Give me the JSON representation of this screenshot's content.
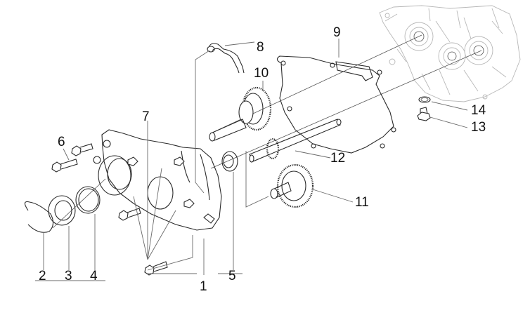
{
  "diagram": {
    "title": "Transmission cover exploded parts view",
    "callouts": [
      {
        "id": "1",
        "label": "1",
        "part": "transmission-cover"
      },
      {
        "id": "2",
        "label": "2",
        "part": "circlip"
      },
      {
        "id": "3",
        "label": "3",
        "part": "bearing"
      },
      {
        "id": "4",
        "label": "4",
        "part": "oil-seal"
      },
      {
        "id": "5",
        "label": "5",
        "part": "bearing"
      },
      {
        "id": "6",
        "label": "6",
        "part": "bolt"
      },
      {
        "id": "7",
        "label": "7",
        "part": "bolt-set"
      },
      {
        "id": "8",
        "label": "8",
        "part": "breather-pipe"
      },
      {
        "id": "9",
        "label": "9",
        "part": "gasket"
      },
      {
        "id": "10",
        "label": "10",
        "part": "intermediate-gear"
      },
      {
        "id": "11",
        "label": "11",
        "part": "driven-gear"
      },
      {
        "id": "12",
        "label": "12",
        "part": "output-shaft"
      },
      {
        "id": "13",
        "label": "13",
        "part": "drain-plug"
      },
      {
        "id": "14",
        "label": "14",
        "part": "washer"
      }
    ]
  }
}
